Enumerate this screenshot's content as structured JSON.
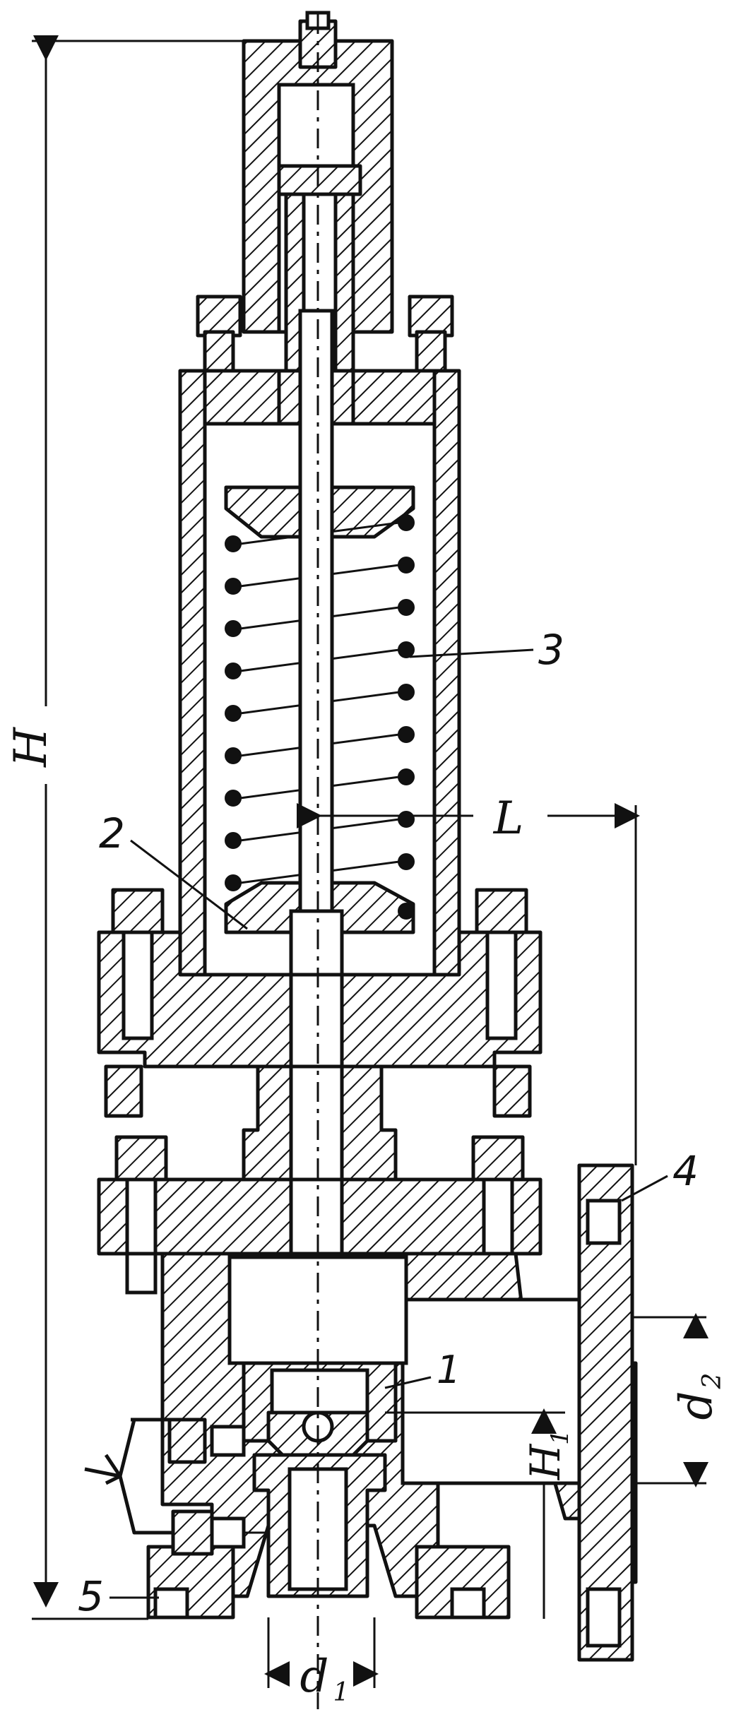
{
  "labels": {
    "height_total": "H",
    "offset_length": "L",
    "inlet_diameter": "d",
    "inlet_sub": "1",
    "outlet_diameter": "d",
    "outlet_sub": "2",
    "seat_height": "H",
    "seat_height_sub": "1"
  },
  "callouts": {
    "part_1": "1",
    "part_2": "2",
    "part_3": "3",
    "part_4": "4",
    "part_5": "5"
  }
}
